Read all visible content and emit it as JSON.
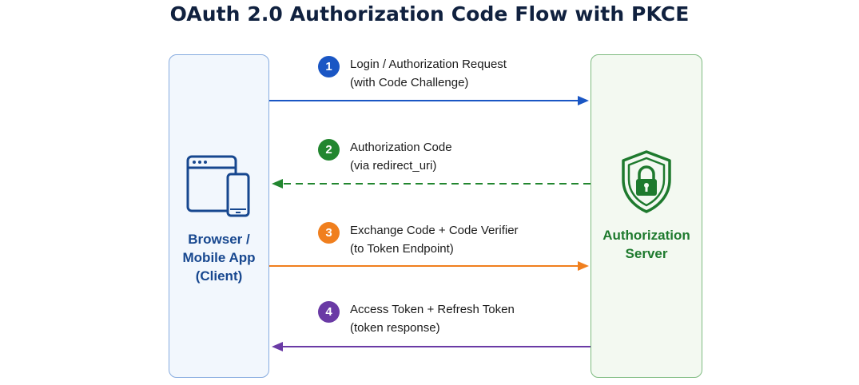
{
  "title": "OAuth 2.0 Authorization Code Flow with PKCE",
  "client": {
    "lines": [
      "Browser /",
      "Mobile App",
      "(Client)"
    ],
    "icon": "browser-mobile-icon"
  },
  "server": {
    "lines": [
      "Authorization",
      "Server"
    ],
    "icon": "shield-lock-icon"
  },
  "colors": {
    "step1": "#1a56c4",
    "step2": "#22862f",
    "step3": "#f07f1e",
    "step4": "#6a3aa5"
  },
  "steps": [
    {
      "number": "1",
      "line1": "Login / Authorization Request",
      "line2": "(with Code Challenge)",
      "direction": "client-to-server",
      "style": "solid"
    },
    {
      "number": "2",
      "line1": "Authorization Code",
      "line2": "(via redirect_uri)",
      "direction": "server-to-client",
      "style": "dashed"
    },
    {
      "number": "3",
      "line1": "Exchange Code + Code Verifier",
      "line2": "(to Token Endpoint)",
      "direction": "client-to-server",
      "style": "solid"
    },
    {
      "number": "4",
      "line1": "Access Token + Refresh Token",
      "line2": "(token response)",
      "direction": "server-to-client",
      "style": "solid"
    }
  ]
}
